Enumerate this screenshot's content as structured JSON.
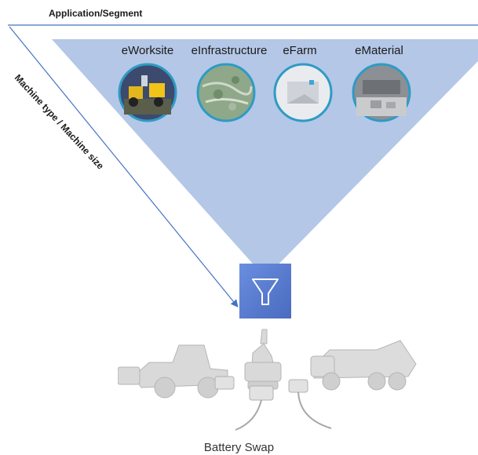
{
  "header": {
    "axis_label": "Application/Segment"
  },
  "side": {
    "axis_label": "Machine type / Machine size"
  },
  "segments": [
    {
      "label": "eWorksite",
      "icon": "construction-site-photo"
    },
    {
      "label": "eInfrastructure",
      "icon": "infrastructure-map-photo"
    },
    {
      "label": "eFarm",
      "icon": "farm-building-photo"
    },
    {
      "label": "eMaterial",
      "icon": "material-warehouse-photo"
    }
  ],
  "funnel": {
    "icon": "funnel-icon"
  },
  "footer": {
    "caption": "Battery Swap"
  },
  "colors": {
    "triangle": "#b4c7e7",
    "line": "#4472c4",
    "funnel_bg": "#5b7fd0"
  }
}
